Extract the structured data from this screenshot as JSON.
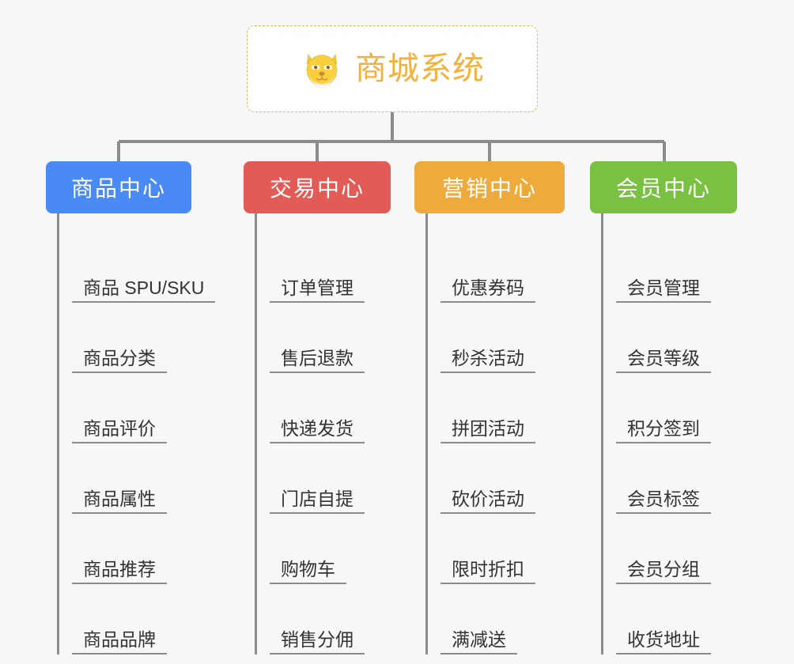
{
  "page": {
    "background_color": "#f7f7f7",
    "type": "mindmap-tree"
  },
  "root": {
    "title": "商城系统",
    "icon": "shiba-dog-face-icon",
    "text_color": "#f2b13c",
    "border_color": "#e8b44a",
    "background_color": "#ffffff"
  },
  "connector": {
    "color": "#8c8c8c"
  },
  "branches": [
    {
      "label": "商品中心",
      "color": "#4a8af4",
      "items": [
        "商品 SPU/SKU",
        "商品分类",
        "商品评价",
        "商品属性",
        "商品推荐",
        "商品品牌"
      ]
    },
    {
      "label": "交易中心",
      "color": "#e35b57",
      "items": [
        "订单管理",
        "售后退款",
        "快递发货",
        "门店自提",
        "购物车",
        "销售分佣"
      ]
    },
    {
      "label": "营销中心",
      "color": "#eeab3b",
      "items": [
        "优惠券码",
        "秒杀活动",
        "拼团活动",
        "砍价活动",
        "限时折扣",
        "满减送"
      ]
    },
    {
      "label": "会员中心",
      "color": "#7ac143",
      "items": [
        "会员管理",
        "会员等级",
        "积分签到",
        "会员标签",
        "会员分组",
        "收货地址"
      ]
    }
  ]
}
